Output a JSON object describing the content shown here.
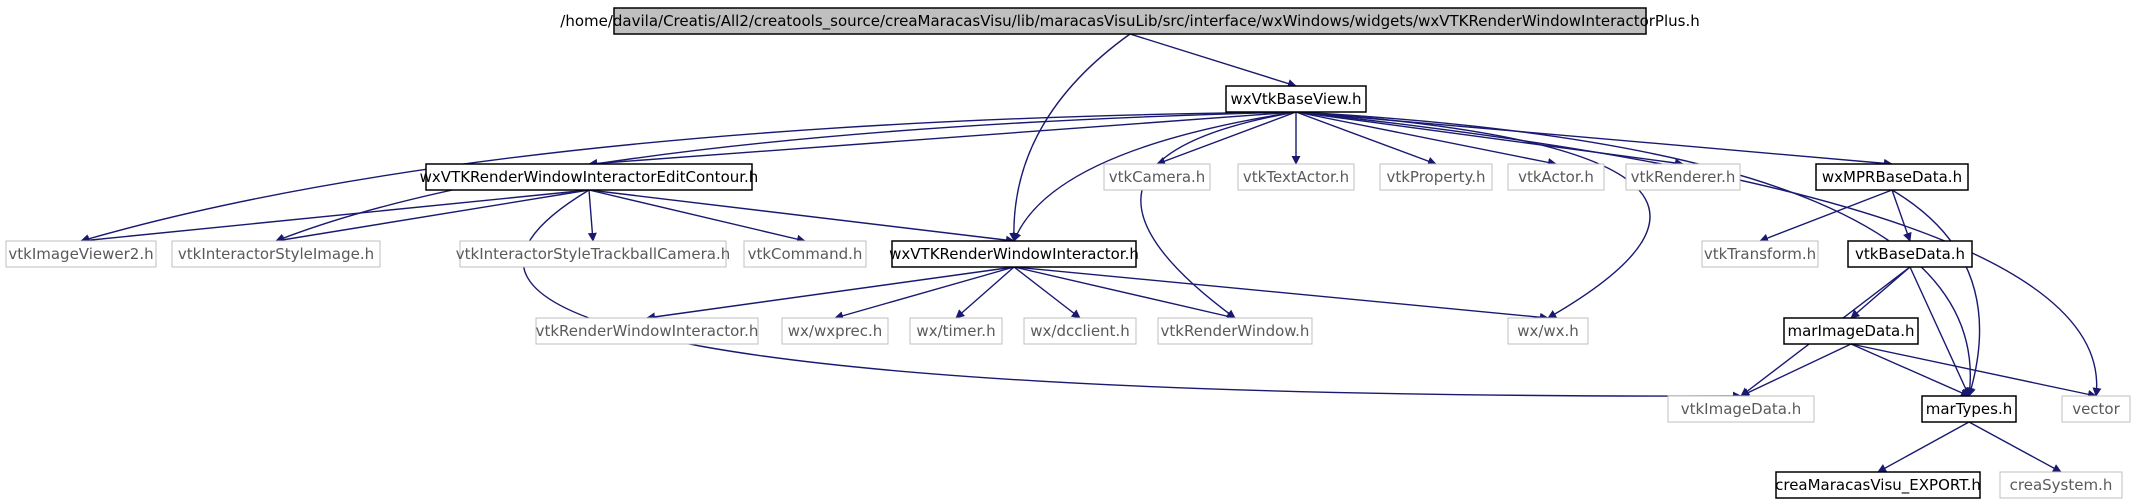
{
  "diagram": {
    "nodes": [
      {
        "id": "root",
        "label": "/home/davila/Creatis/All2/creatools_source/creaMaracasVisu/lib/maracasVisuLib/src/interface/wxWindows/widgets/wxVTKRenderWindowInteractorPlus.h",
        "kind": "root"
      },
      {
        "id": "baseview",
        "label": "wxVtkBaseView.h",
        "kind": "documented"
      },
      {
        "id": "editcontour",
        "label": "wxVTKRenderWindowInteractorEditContour.h",
        "kind": "documented"
      },
      {
        "id": "rwi",
        "label": "wxVTKRenderWindowInteractor.h",
        "kind": "documented"
      },
      {
        "id": "mprbase",
        "label": "wxMPRBaseData.h",
        "kind": "documented"
      },
      {
        "id": "vtkbase",
        "label": "vtkBaseData.h",
        "kind": "documented"
      },
      {
        "id": "marimage",
        "label": "marImageData.h",
        "kind": "documented"
      },
      {
        "id": "martypes",
        "label": "marTypes.h",
        "kind": "documented"
      },
      {
        "id": "export",
        "label": "creaMaracasVisu_EXPORT.h",
        "kind": "documented"
      },
      {
        "id": "camera",
        "label": "vtkCamera.h",
        "kind": "external"
      },
      {
        "id": "textactor",
        "label": "vtkTextActor.h",
        "kind": "external"
      },
      {
        "id": "property",
        "label": "vtkProperty.h",
        "kind": "external"
      },
      {
        "id": "actor",
        "label": "vtkActor.h",
        "kind": "external"
      },
      {
        "id": "renderer",
        "label": "vtkRenderer.h",
        "kind": "external"
      },
      {
        "id": "viewer2",
        "label": "vtkImageViewer2.h",
        "kind": "external"
      },
      {
        "id": "stylelimg",
        "label": "vtkInteractorStyleImage.h",
        "kind": "external"
      },
      {
        "id": "trackball",
        "label": "vtkInteractorStyleTrackballCamera.h",
        "kind": "external"
      },
      {
        "id": "command",
        "label": "vtkCommand.h",
        "kind": "external"
      },
      {
        "id": "transform",
        "label": "vtkTransform.h",
        "kind": "external"
      },
      {
        "id": "vtkrwi",
        "label": "vtkRenderWindowInteractor.h",
        "kind": "external"
      },
      {
        "id": "wxprec",
        "label": "wx/wxprec.h",
        "kind": "external"
      },
      {
        "id": "timer",
        "label": "wx/timer.h",
        "kind": "external"
      },
      {
        "id": "dcclient",
        "label": "wx/dcclient.h",
        "kind": "external"
      },
      {
        "id": "renderwin",
        "label": "vtkRenderWindow.h",
        "kind": "external"
      },
      {
        "id": "wx",
        "label": "wx/wx.h",
        "kind": "external"
      },
      {
        "id": "imagedata",
        "label": "vtkImageData.h",
        "kind": "external"
      },
      {
        "id": "vector",
        "label": "vector",
        "kind": "external"
      },
      {
        "id": "system",
        "label": "creaSystem.h",
        "kind": "external"
      }
    ],
    "edges": [
      [
        "root",
        "baseview"
      ],
      [
        "root",
        "rwi"
      ],
      [
        "baseview",
        "editcontour"
      ],
      [
        "baseview",
        "rwi"
      ],
      [
        "baseview",
        "camera"
      ],
      [
        "baseview",
        "textactor"
      ],
      [
        "baseview",
        "property"
      ],
      [
        "baseview",
        "actor"
      ],
      [
        "baseview",
        "renderer"
      ],
      [
        "baseview",
        "mprbase"
      ],
      [
        "baseview",
        "martypes"
      ],
      [
        "baseview",
        "vector"
      ],
      [
        "baseview",
        "viewer2"
      ],
      [
        "baseview",
        "stylelimg"
      ],
      [
        "baseview",
        "renderwin"
      ],
      [
        "baseview",
        "wx"
      ],
      [
        "editcontour",
        "viewer2"
      ],
      [
        "editcontour",
        "stylelimg"
      ],
      [
        "editcontour",
        "trackball"
      ],
      [
        "editcontour",
        "command"
      ],
      [
        "editcontour",
        "rwi"
      ],
      [
        "editcontour",
        "imagedata"
      ],
      [
        "rwi",
        "vtkrwi"
      ],
      [
        "rwi",
        "wxprec"
      ],
      [
        "rwi",
        "timer"
      ],
      [
        "rwi",
        "dcclient"
      ],
      [
        "rwi",
        "renderwin"
      ],
      [
        "rwi",
        "wx"
      ],
      [
        "mprbase",
        "transform"
      ],
      [
        "mprbase",
        "vtkbase"
      ],
      [
        "mprbase",
        "martypes"
      ],
      [
        "vtkbase",
        "imagedata"
      ],
      [
        "vtkbase",
        "marimage"
      ],
      [
        "vtkbase",
        "martypes"
      ],
      [
        "marimage",
        "imagedata"
      ],
      [
        "marimage",
        "martypes"
      ],
      [
        "marimage",
        "vector"
      ],
      [
        "martypes",
        "export"
      ],
      [
        "martypes",
        "system"
      ]
    ],
    "colors": {
      "root_fill": "#bfbfbf",
      "documented_border": "#000000",
      "external_border": "#bfbfbf",
      "external_text": "#5a5a5a",
      "edge": "#191970"
    }
  }
}
